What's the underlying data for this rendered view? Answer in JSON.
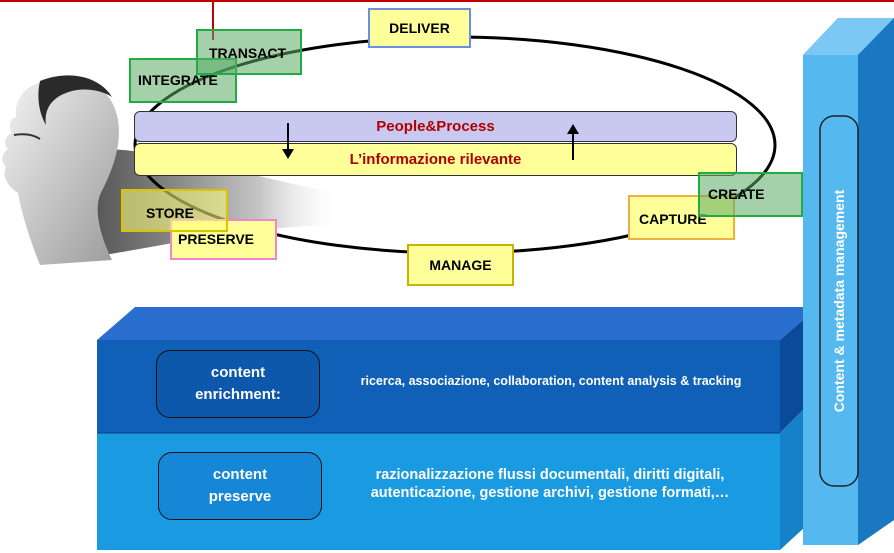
{
  "cycle": {
    "deliver": "DELIVER",
    "transact": "TRANSACT",
    "integrate": "INTEGRATE",
    "store": "STORE",
    "preserve": "PRESERVE",
    "manage": "MANAGE",
    "capture": "CAPTURE",
    "create": "CREATE"
  },
  "bars": {
    "people_process": "People&Process",
    "information": "L’informazione rilevante"
  },
  "stack": {
    "enrichment_title": "content enrichment:",
    "enrichment_desc": "ricerca, associazione, collaboration, content analysis & tracking",
    "preserve_title": "content preserve",
    "preserve_desc": "razionalizzazione flussi documentali, diritti digitali, autenticazione, gestione archivi, gestione formati,…"
  },
  "side_column": {
    "label": "Content & metadata management"
  },
  "colors": {
    "green_box": "#a8d4a0",
    "yellow_box": "#ffff99",
    "bar_lavender": "#c8c8f0",
    "bar_yellow": "#ffff99",
    "block_dark": "#1060b8",
    "block_light": "#1a9ae0",
    "column": "#55b8ee"
  }
}
